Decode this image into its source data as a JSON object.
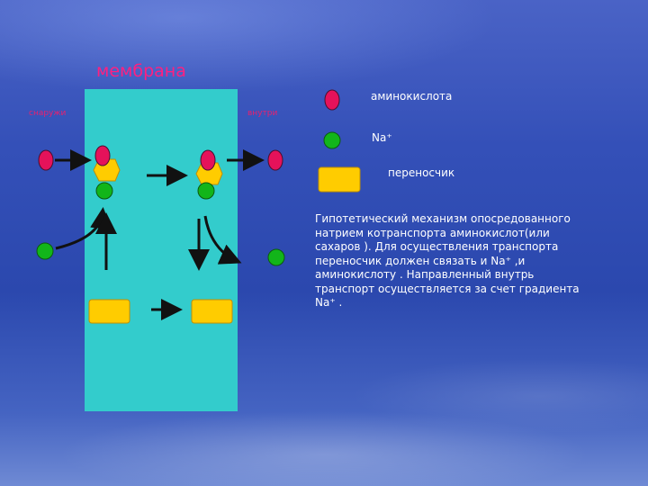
{
  "slide": {
    "title": "мембрана",
    "outside_label": "снаружи",
    "inside_label": "внутри",
    "legend": [
      {
        "label": "аминокислота",
        "icon": "red-oval",
        "color": "#e5125a"
      },
      {
        "label": "Na⁺",
        "icon": "green-circle",
        "color": "#12b51a"
      },
      {
        "label": "переносчик",
        "icon": "yellow-rectangle",
        "color": "#ffcc00"
      }
    ],
    "description": "Гипотетический механизм опосредованного натрием котранспорта аминокислот(или сахаров ). Для осуществления транспорта переносчик должен связать и Na⁺ ,и аминокислоту . Направленный внутрь транспорт осуществляется за счет градиента Na⁺ ."
  },
  "colors": {
    "membrane": "#33cccc",
    "title": "#ff2080",
    "amino_acid": "#e5125a",
    "sodium": "#12b51a",
    "carrier": "#ffcc00",
    "arrow": "#111111"
  }
}
